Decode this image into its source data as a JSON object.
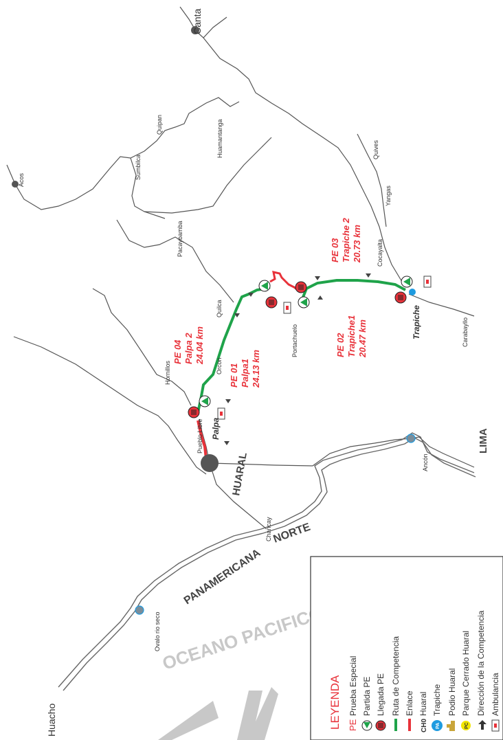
{
  "places": {
    "canta": "Canta",
    "acos": "Acos",
    "quipan": "Quipan",
    "sumbilca": "Sumbilca",
    "huamantanga": "Huamantanga",
    "quives": "Quives",
    "yangas": "Yangas",
    "pacaybamba": "Pacaybamba",
    "cocayalta": "Cocayalta",
    "quilca": "Quilca",
    "orcon": "Orcon",
    "portachuelo": "Portachuelo",
    "carabayllo": "Carabayllo",
    "hornillos": "Hornillos",
    "pueblo_libre": "Pueblo Libre",
    "ancon": "Ancón",
    "chancay": "Chancay",
    "ovalo_rio_seco": "Ovalo rio seco",
    "huacho": "Huacho",
    "lima": "LIMA",
    "huaral": "HUARAL",
    "palpa": "Palpa",
    "trapiche": "Trapiche"
  },
  "highway": {
    "word1": "PANAMERICANA",
    "word2": "NORTE"
  },
  "ocean": "OCEANO PACIFICO",
  "stages": {
    "pe03": {
      "line1": "PE 03",
      "line2": "Trapiche 2",
      "line3": "20.73 km"
    },
    "pe02": {
      "line1": "PE 02",
      "line2": "Trapiche1",
      "line3": "20.47 km"
    },
    "pe04": {
      "line1": "PE 04",
      "line2": "Palpa 2",
      "line3": "24.04 km"
    },
    "pe01": {
      "line1": "PE 01",
      "line2": "Palpa1",
      "line3": "24.13 km"
    }
  },
  "legend": {
    "title": "LEYENDA",
    "items": [
      {
        "symbol": "PE",
        "label": "Prueba Especial"
      },
      {
        "symbol": "",
        "label": "Partida PE"
      },
      {
        "symbol": "",
        "label": "Llegada PE"
      },
      {
        "symbol": "",
        "label": "Ruta de Competencia"
      },
      {
        "symbol": "",
        "label": "Enlace"
      },
      {
        "symbol": "CH0",
        "label": "Huaral"
      },
      {
        "symbol": "PA",
        "label": "Trapiche"
      },
      {
        "symbol": "",
        "label": "Podio Huaral"
      },
      {
        "symbol": "PC",
        "label": "Parque Cerrado Huaral"
      },
      {
        "symbol": "",
        "label": "Dirección de la Competencia"
      },
      {
        "symbol": "",
        "label": "Ambulancia"
      }
    ]
  },
  "colors": {
    "competition_route": "#1fa34a",
    "liaison": "#e8323a",
    "stage_text": "#e8323a",
    "roads": "#555555",
    "town_dot": "#555555",
    "trapiche_marker": "#1e9be0",
    "ocean_text": "#c8c8c8"
  }
}
